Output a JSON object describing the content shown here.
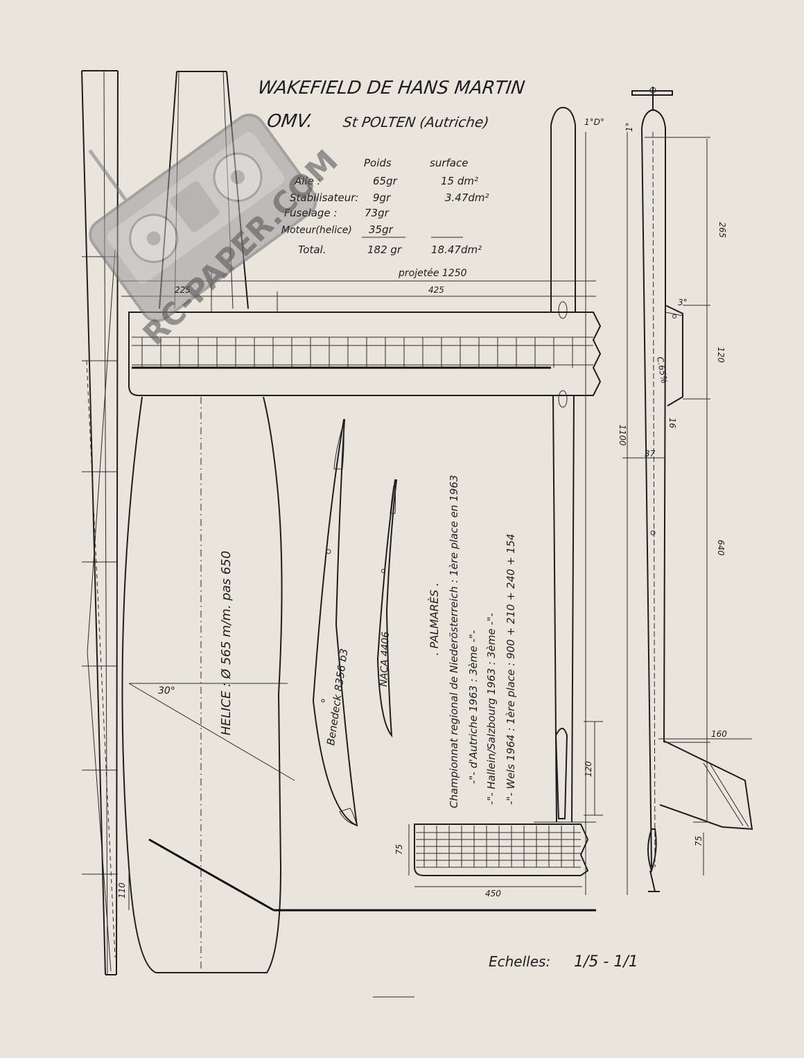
{
  "title": {
    "line1": "WAKEFIELD DE HANS MARTIN",
    "line2a": "OMV.",
    "line2b": "St POLTEN (Autriche)"
  },
  "weights_table": {
    "headers": [
      "Poids",
      "surface"
    ],
    "rows": [
      {
        "label": "Aile :",
        "poids": "65gr",
        "surface": "15 dm²"
      },
      {
        "label": "Stabilisateur:",
        "poids": "9gr",
        "surface": "3.47dm²"
      },
      {
        "label": "Fuselage :",
        "poids": "73gr",
        "surface": ""
      },
      {
        "label": "Moteur(helice)",
        "poids": "35gr",
        "surface": ""
      },
      {
        "label": "Total.",
        "poids": "182 gr",
        "surface": "18.47dm²"
      }
    ]
  },
  "wing": {
    "projected_label": "projetée 1250",
    "dim_a": "225",
    "dim_b": "425"
  },
  "propeller": {
    "label": "HELICE : Ø 565 m/m. pas 650",
    "angle": "30°",
    "dim_110": "110"
  },
  "airfoils": [
    {
      "name": "Benedeck 8356 b3"
    },
    {
      "name": "NACA 4406"
    }
  ],
  "palmares": {
    "heading": ". PALMARÈS .",
    "lines": [
      "Championnat regional de Niederösterreich : 1ère place en 1963",
      "-\"- d'Autriche 1963 : 3ème -\"-",
      "-\"- Hallein/Salzbourg 1963 : 3ème -\"-",
      "-\"- Wels 1964 : 1ère place : 900 + 210 + 240 + 154"
    ]
  },
  "fuselage_dims": {
    "nose_angle": "1°D°",
    "nose_deg": "1°",
    "d265": "265",
    "d3deg": "3°",
    "d120": "120",
    "c65": "C.65%",
    "d16": "16",
    "d1100": "1100",
    "d37": "37",
    "d640": "640",
    "d160": "160",
    "d75": "75",
    "fin_120": "120"
  },
  "stab": {
    "d75": "75",
    "d450": "450"
  },
  "scale": {
    "label": "Echelles:",
    "value": "1/5 - 1/1"
  },
  "watermark": {
    "text": "RC-PAPER.COM"
  }
}
